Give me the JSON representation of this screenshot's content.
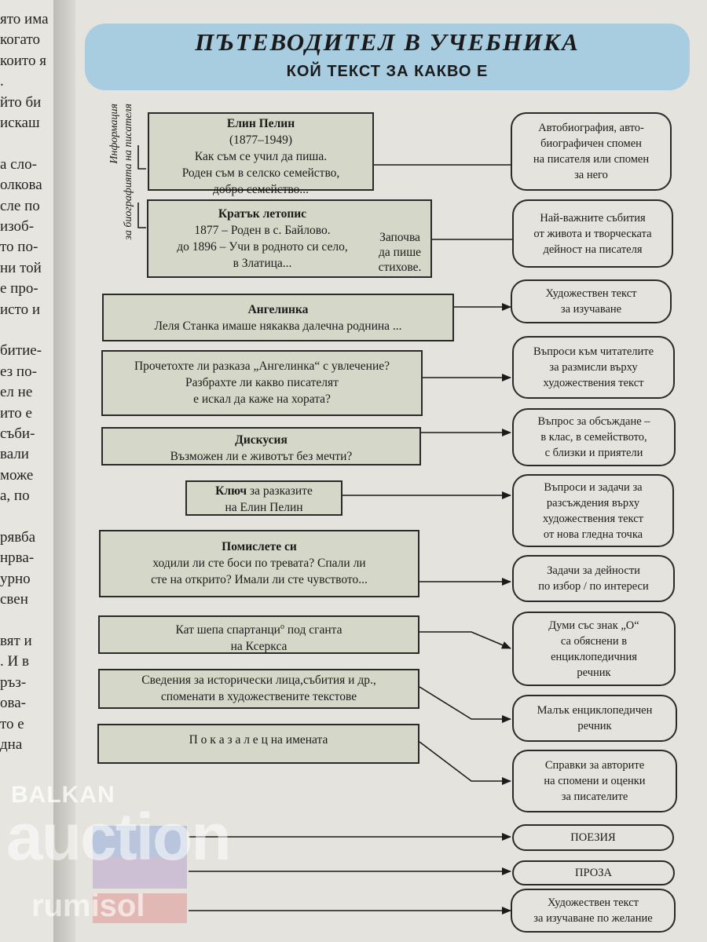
{
  "left_page_lines": [
    "ято има",
    "когато",
    "които я",
    ".",
    "йто би",
    "искаш",
    "",
    "а сло-",
    "олкова",
    "сле по",
    "изоб-",
    "то по-",
    "ни той",
    "е про-",
    "исто и",
    "",
    "битие-",
    "ез по-",
    "ел не",
    "ито е",
    "съби-",
    "вали",
    "може",
    "а, по",
    "",
    "рявба",
    "нрва-",
    "урно",
    "свен",
    "",
    "вят и",
    ". И в",
    "ръз-",
    "ова-",
    "то е",
    "дна"
  ],
  "header": {
    "title": "ПЪТЕВОДИТЕЛ В УЧЕБНИКА",
    "subtitle": "КОЙ ТЕКСТ ЗА КАКВО Е"
  },
  "side_label": {
    "line1": "Информация",
    "line2": "за биографията на писателя"
  },
  "left_boxes": {
    "pelin": {
      "title": "Елин Пелин",
      "years": "(1877–1949)",
      "line1": "Как съм се учил да пиша.",
      "line2": "Роден съм в селско семейство,",
      "line3": "добро семейство..."
    },
    "letopis": {
      "title": "Кратък летопис",
      "line1": "1877 – Роден в с. Байлово.",
      "line2": "до 1896 – Учи в родното си село,",
      "line3": "в Златица...",
      "side1": "Започва",
      "side2": "да пише",
      "side3": "стихове."
    },
    "angelinka": {
      "title": "Ангелинка",
      "line1": "Леля Станка имаше някаква далечна роднина ..."
    },
    "questions": {
      "line1": "Прочетохте ли разказа „Ангелинка“ с увлечение?",
      "line2": "Разбрахте ли какво писателят",
      "line3": "е искал да каже на хората?"
    },
    "discussion": {
      "title": "Дискусия",
      "line1": "Възможен ли е животът без мечти?"
    },
    "key": {
      "bold": "Ключ",
      "rest": " за разказите",
      "line2": "на Елин Пелин"
    },
    "think": {
      "title": "Помислете си",
      "line1": "ходили ли сте боси по тревата? Спали ли",
      "line2": "сте на открито? Имали ли сте чувството..."
    },
    "sparta": {
      "line1": "Кат шепа спартанци",
      "sup": "о",
      "line1b": " под сганта",
      "line2": "на Ксеркса"
    },
    "info": {
      "line1": "Сведения за исторически лица,събития и др.,",
      "line2": "споменати в художествените текстове"
    },
    "index": {
      "line1": "П о к а з а л е ц на имената"
    }
  },
  "right_boxes": [
    {
      "lines": [
        "Автобиография, авто-",
        "биографичен спомен",
        "на писателя или спомен",
        "за него"
      ]
    },
    {
      "lines": [
        "Най-важните събития",
        "от живота и творческата",
        "дейност на писателя"
      ]
    },
    {
      "lines": [
        "Художествен текст",
        "за изучаване"
      ]
    },
    {
      "lines": [
        "Въпроси към читателите",
        "за размисли върху",
        "художествения текст"
      ]
    },
    {
      "lines": [
        "Въпрос за обсъждане –",
        "в клас, в семейството,",
        "с близки и приятели"
      ]
    },
    {
      "lines": [
        "Въпроси и задачи за",
        "разсъждения върху",
        "художествения текст",
        "от нова гледна точка"
      ]
    },
    {
      "lines": [
        "Задачи за дейности",
        "по избор / по интереси"
      ]
    },
    {
      "lines": [
        "Думи със знак „О“",
        "са обяснени в",
        "енциклопедичния",
        "речник"
      ]
    },
    {
      "lines": [
        "Малък енциклопедичен",
        "речник"
      ]
    },
    {
      "lines": [
        "Справки за авторите",
        "на спомени и оценки",
        "за писателите"
      ]
    },
    {
      "lines": [
        "ПОЕЗИЯ"
      ]
    },
    {
      "lines": [
        "ПРОЗА"
      ]
    },
    {
      "lines": [
        "Художествен текст",
        "за изучаване по желание"
      ]
    }
  ],
  "watermark": {
    "line1": "BALKAN",
    "line2": "auction",
    "line3": "rumisol"
  }
}
